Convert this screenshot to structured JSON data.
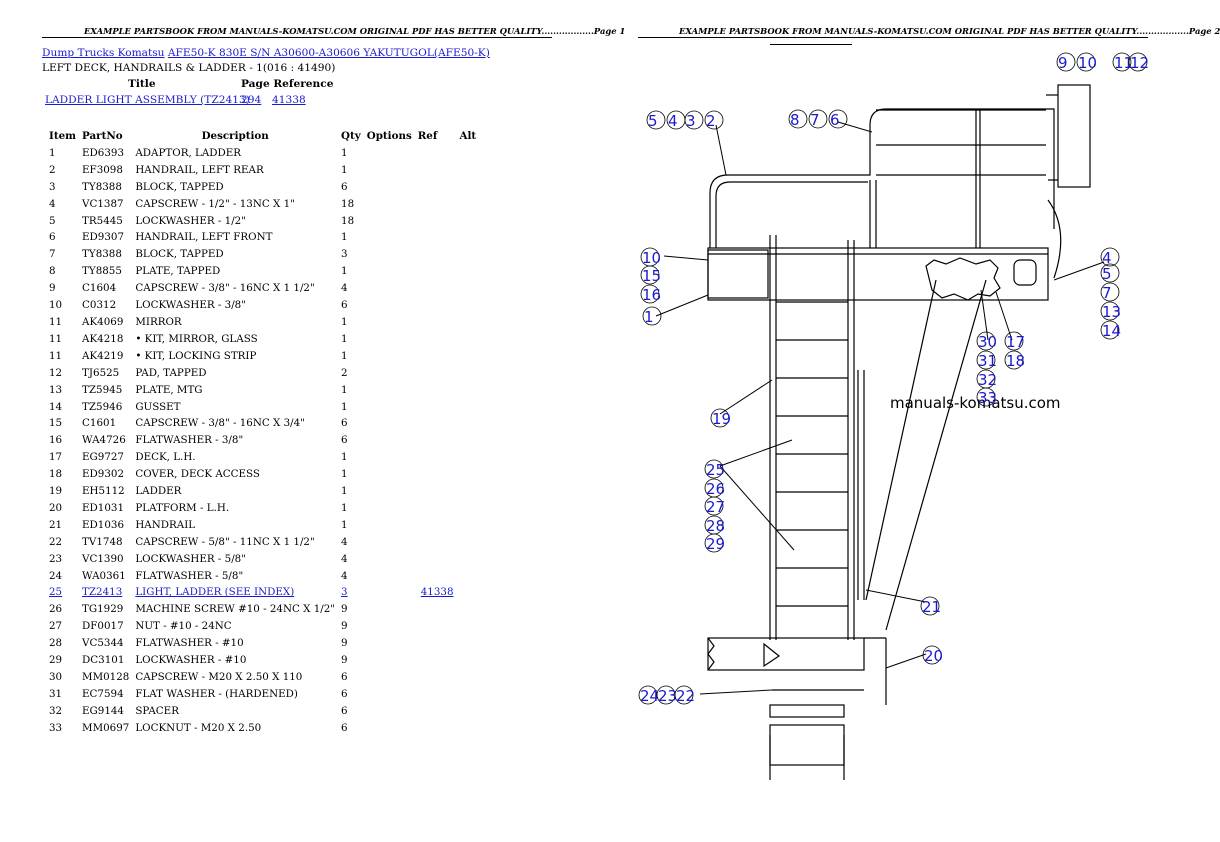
{
  "page1_header": "EXAMPLE PARTSBOOK FROM MANUALS-KOMATSU.COM ORIGINAL PDF HAS BETTER QUALITY..................Page 1",
  "page2_header": "EXAMPLE PARTSBOOK FROM MANUALS-KOMATSU.COM ORIGINAL PDF HAS BETTER QUALITY..................Page 2",
  "breadcrumb": {
    "part1": "Dump Trucks Komatsu",
    "part2": "AFE50-K 830E S/N A30600-A30606 YAKUTUGOL(AFE50-K)"
  },
  "section_title": "LEFT DECK, HANDRAILS & LADDER - 1(016 : 41490)",
  "ref_header": {
    "title": "Title",
    "page_reference": "Page Reference"
  },
  "ref_row": {
    "title": "LADDER LIGHT ASSEMBLY (TZ2413)",
    "page": "294",
    "ref": "41338"
  },
  "columns": {
    "item": "Item",
    "partno": "PartNo",
    "description": "Description",
    "qty": "Qty",
    "options": "Options",
    "ref": "Ref",
    "alt": "Alt"
  },
  "parts": [
    {
      "item": "1",
      "partno": "ED6393",
      "desc": "ADAPTOR, LADDER",
      "qty": "1",
      "ref": ""
    },
    {
      "item": "2",
      "partno": "EF3098",
      "desc": "HANDRAIL, LEFT REAR",
      "qty": "1",
      "ref": ""
    },
    {
      "item": "3",
      "partno": "TY8388",
      "desc": "BLOCK, TAPPED",
      "qty": "6",
      "ref": ""
    },
    {
      "item": "4",
      "partno": "VC1387",
      "desc": "CAPSCREW - 1/2\" - 13NC X 1\"",
      "qty": "18",
      "ref": ""
    },
    {
      "item": "5",
      "partno": "TR5445",
      "desc": "LOCKWASHER - 1/2\"",
      "qty": "18",
      "ref": ""
    },
    {
      "item": "6",
      "partno": "ED9307",
      "desc": "HANDRAIL, LEFT FRONT",
      "qty": "1",
      "ref": ""
    },
    {
      "item": "7",
      "partno": "TY8388",
      "desc": "BLOCK, TAPPED",
      "qty": "3",
      "ref": ""
    },
    {
      "item": "8",
      "partno": "TY8855",
      "desc": "PLATE, TAPPED",
      "qty": "1",
      "ref": ""
    },
    {
      "item": "9",
      "partno": "C1604",
      "desc": "CAPSCREW - 3/8\" - 16NC X 1 1/2\"",
      "qty": "4",
      "ref": ""
    },
    {
      "item": "10",
      "partno": "C0312",
      "desc": "LOCKWASHER - 3/8\"",
      "qty": "6",
      "ref": ""
    },
    {
      "item": "11",
      "partno": "AK4069",
      "desc": "MIRROR",
      "qty": "1",
      "ref": ""
    },
    {
      "item": "11",
      "partno": "AK4218",
      "desc": "• KIT, MIRROR, GLASS",
      "qty": "1",
      "ref": ""
    },
    {
      "item": "11",
      "partno": "AK4219",
      "desc": "• KIT, LOCKING STRIP",
      "qty": "1",
      "ref": ""
    },
    {
      "item": "12",
      "partno": "TJ6525",
      "desc": "PAD, TAPPED",
      "qty": "2",
      "ref": ""
    },
    {
      "item": "13",
      "partno": "TZ5945",
      "desc": "PLATE, MTG",
      "qty": "1",
      "ref": ""
    },
    {
      "item": "14",
      "partno": "TZ5946",
      "desc": "GUSSET",
      "qty": "1",
      "ref": ""
    },
    {
      "item": "15",
      "partno": "C1601",
      "desc": "CAPSCREW - 3/8\" - 16NC X 3/4\"",
      "qty": "6",
      "ref": ""
    },
    {
      "item": "16",
      "partno": "WA4726",
      "desc": "FLATWASHER - 3/8\"",
      "qty": "6",
      "ref": ""
    },
    {
      "item": "17",
      "partno": "EG9727",
      "desc": "DECK, L.H.",
      "qty": "1",
      "ref": ""
    },
    {
      "item": "18",
      "partno": "ED9302",
      "desc": "COVER, DECK ACCESS",
      "qty": "1",
      "ref": ""
    },
    {
      "item": "19",
      "partno": "EH5112",
      "desc": "LADDER",
      "qty": "1",
      "ref": ""
    },
    {
      "item": "20",
      "partno": "ED1031",
      "desc": "PLATFORM - L.H.",
      "qty": "1",
      "ref": ""
    },
    {
      "item": "21",
      "partno": "ED1036",
      "desc": "HANDRAIL",
      "qty": "1",
      "ref": ""
    },
    {
      "item": "22",
      "partno": "TV1748",
      "desc": "CAPSCREW - 5/8\" - 11NC X 1 1/2\"",
      "qty": "4",
      "ref": ""
    },
    {
      "item": "23",
      "partno": "VC1390",
      "desc": "LOCKWASHER - 5/8\"",
      "qty": "4",
      "ref": ""
    },
    {
      "item": "24",
      "partno": "WA0361",
      "desc": "FLATWASHER - 5/8\"",
      "qty": "4",
      "ref": ""
    },
    {
      "item": "25",
      "partno": "TZ2413",
      "desc": "LIGHT, LADDER (SEE INDEX)",
      "qty": "3",
      "ref": "41338",
      "link": true
    },
    {
      "item": "26",
      "partno": "TG1929",
      "desc": "MACHINE SCREW #10 - 24NC X 1/2\"",
      "qty": "9",
      "ref": ""
    },
    {
      "item": "27",
      "partno": "DF0017",
      "desc": "NUT - #10 - 24NC",
      "qty": "9",
      "ref": ""
    },
    {
      "item": "28",
      "partno": "VC5344",
      "desc": "FLATWASHER - #10",
      "qty": "9",
      "ref": ""
    },
    {
      "item": "29",
      "partno": "DC3101",
      "desc": "LOCKWASHER - #10",
      "qty": "9",
      "ref": ""
    },
    {
      "item": "30",
      "partno": "MM0128",
      "desc": "CAPSCREW - M20 X 2.50 X 110",
      "qty": "6",
      "ref": ""
    },
    {
      "item": "31",
      "partno": "EC7594",
      "desc": "FLAT WASHER - (HARDENED)",
      "qty": "6",
      "ref": ""
    },
    {
      "item": "32",
      "partno": "EG9144",
      "desc": "SPACER",
      "qty": "6",
      "ref": ""
    },
    {
      "item": "33",
      "partno": "MM0697",
      "desc": "LOCKNUT - M20 X 2.50",
      "qty": "6",
      "ref": ""
    }
  ],
  "diagram": {
    "watermark": "manuals-komatsu.com",
    "callouts": [
      "9",
      "10",
      "11",
      "12",
      "5",
      "4",
      "3",
      "2",
      "8",
      "7",
      "6",
      "10",
      "15",
      "16",
      "1",
      "4",
      "5",
      "7",
      "13",
      "14",
      "30",
      "17",
      "31",
      "18",
      "32",
      "33",
      "19",
      "25",
      "26",
      "27",
      "28",
      "29",
      "21",
      "20",
      "24",
      "23",
      "22"
    ],
    "label_color": "#1a1ad0"
  }
}
